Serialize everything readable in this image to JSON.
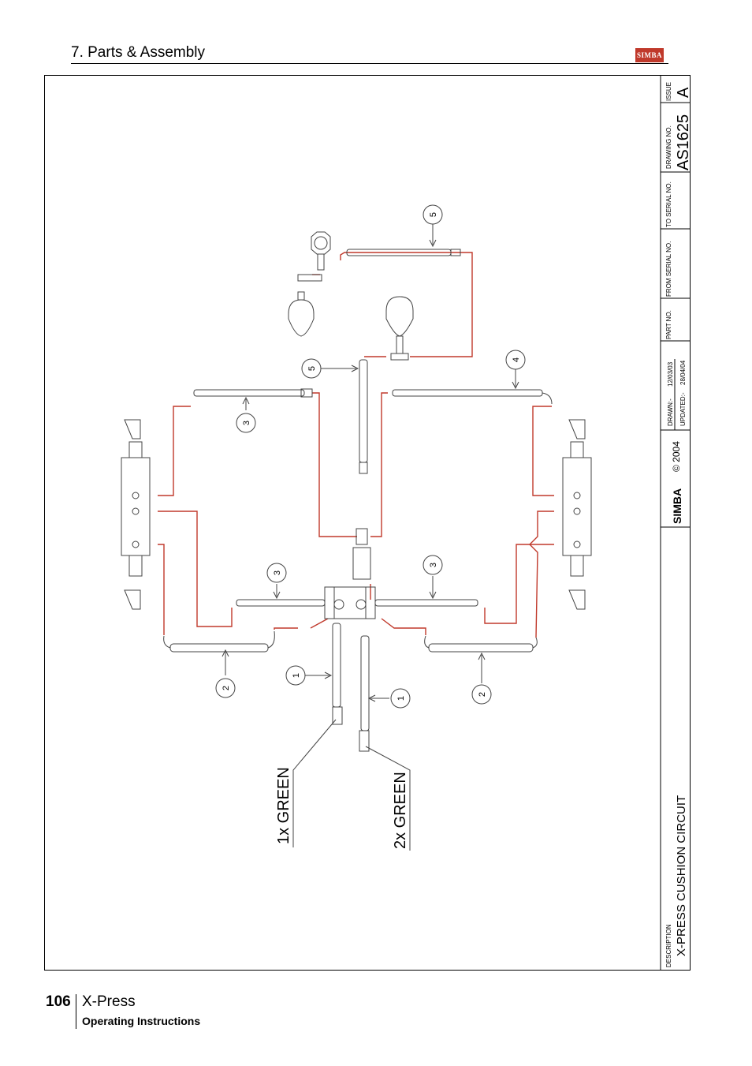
{
  "header": {
    "section_title": "7. Parts & Assembly",
    "logo_text": "SIMBA"
  },
  "title_block": {
    "issue_label": "ISSUE",
    "issue_value": "A",
    "drawing_no_label": "DRAWING NO.",
    "drawing_no_value": "AS1625",
    "to_serial_label": "TO SERIAL NO.",
    "from_serial_label": "FROM SERIAL NO.",
    "part_no_label": "PART NO.",
    "drawn_label": "DRAWN:-",
    "drawn_date": "12/03/03",
    "updated_label": "UPDATED:-",
    "updated_date": "28/04/04",
    "copyright": "© 2004",
    "logo_text": "SIMBA",
    "description_label": "DESCRIPTION",
    "description_value": "X-PRESS CUSHION CIRCUIT"
  },
  "diagram": {
    "callouts": [
      "5",
      "5",
      "4",
      "3",
      "3",
      "3",
      "2",
      "2",
      "1",
      "1"
    ],
    "hose_label_1": "1x GREEN",
    "hose_label_2": "2x GREEN",
    "colors": {
      "hydraulic_line": "#c0392b",
      "component_line": "#333333"
    }
  },
  "footer": {
    "page_number": "106",
    "product": "X-Press",
    "subtitle": "Operating Instructions"
  }
}
